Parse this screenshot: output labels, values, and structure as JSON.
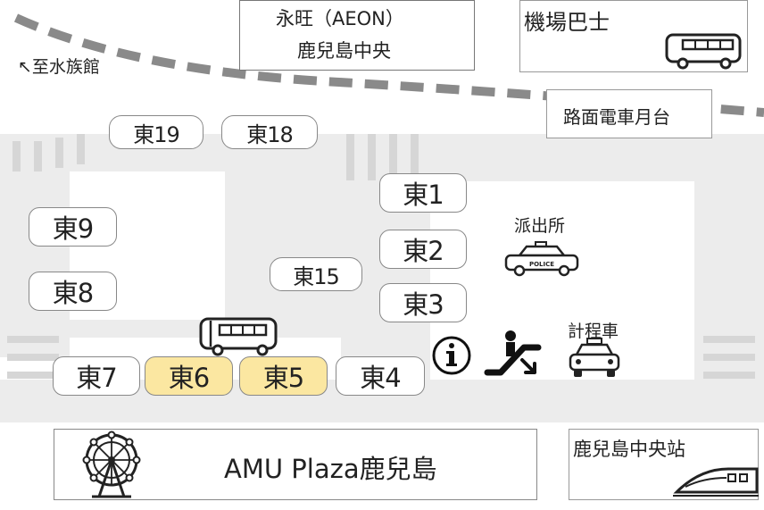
{
  "top": {
    "aeon": {
      "line1": "永旺（AEON）",
      "line2": "鹿兒島中央"
    },
    "airport_bus": {
      "label": "機場巴士",
      "icon": "bus-icon"
    },
    "tram_platform": {
      "label": "路面電車月台"
    },
    "direction": {
      "label": "↖至水族館"
    }
  },
  "bus_stops": {
    "e19": "東19",
    "e18": "東18",
    "e1": "東1",
    "e2": "東2",
    "e3": "東3",
    "e9": "東9",
    "e8": "東8",
    "e15": "東15",
    "e7": "東7",
    "e6": "東6",
    "e5": "東5",
    "e4": "東4"
  },
  "highlighted_stops": [
    "東6",
    "東5"
  ],
  "facilities": {
    "police_box": {
      "label": "派出所",
      "icon": "police-car-icon",
      "car_text": "POLICE"
    },
    "taxi": {
      "label": "計程車",
      "icon": "taxi-icon"
    },
    "info": {
      "icon": "information-icon"
    },
    "escalator": {
      "icon": "escalator-icon"
    },
    "bus": {
      "icon": "bus-icon"
    }
  },
  "bottom": {
    "amu_plaza": {
      "label": "AMU Plaza鹿兒島",
      "icon": "ferris-wheel-icon"
    },
    "station": {
      "label": "鹿兒島中央站",
      "icon": "shinkansen-icon"
    }
  },
  "colors": {
    "highlight": "#fbe7a1",
    "road": "#ececec",
    "stripe": "#d6d6d6",
    "dash": "#8a8a8a"
  }
}
